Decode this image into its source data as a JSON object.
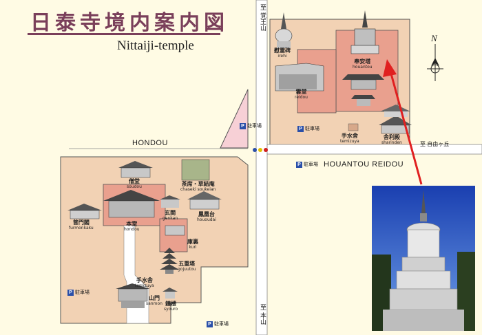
{
  "title": {
    "japanese": "日泰寺境内案内図",
    "english": "Nittaiji-temple"
  },
  "roads": {
    "hondou": "HONDOU",
    "hoantou_reidou": "HOUANTOU REIDOU",
    "north_dest": "至 覚王山",
    "east_dest": "至 自由ヶ丘",
    "south_dest": "至 本山"
  },
  "compass": {
    "north": "N"
  },
  "parking": {
    "symbol": "P",
    "label": "駐車場"
  },
  "buildings": [
    {
      "id": "irehi",
      "jp": "慰霊碑",
      "ro": "irehi"
    },
    {
      "id": "reidou",
      "jp": "霊堂",
      "ro": "reidou"
    },
    {
      "id": "houantou",
      "jp": "奉安塔",
      "ro": "houantou"
    },
    {
      "id": "temizuya-north",
      "jp": "手水舎",
      "ro": "temizuya"
    },
    {
      "id": "sharinden",
      "jp": "舎利殿",
      "ro": "sharinden"
    },
    {
      "id": "soudou",
      "jp": "僧堂",
      "ro": "soudou"
    },
    {
      "id": "chaseki",
      "jp": "茶席・草結庵",
      "ro": "chaseki soukeian"
    },
    {
      "id": "furmonkaku",
      "jp": "普門閣",
      "ro": "furmonkaku"
    },
    {
      "id": "hondou",
      "jp": "本堂",
      "ro": "hondou"
    },
    {
      "id": "genkan",
      "jp": "玄関",
      "ro": "genkan"
    },
    {
      "id": "hououdai",
      "jp": "鳳凰台",
      "ro": "hououdai"
    },
    {
      "id": "kuri",
      "jp": "庫裏",
      "ro": "kuri"
    },
    {
      "id": "gojuutou",
      "jp": "五重塔",
      "ro": "gojuutou"
    },
    {
      "id": "temizuya-south",
      "jp": "手水舎",
      "ro": "temizuya"
    },
    {
      "id": "shoro",
      "jp": "鐘楼",
      "ro": "syouro"
    },
    {
      "id": "sanmon",
      "jp": "山門",
      "ro": "sanmon"
    }
  ],
  "colors": {
    "background": "#fffbe4",
    "grounds": "#f2d2b4",
    "building_area": "#e9a08e",
    "road": "#ffffff",
    "accent_title": "#7a3f5a",
    "arrow": "#e02020",
    "parking": "#2a4fa8"
  }
}
